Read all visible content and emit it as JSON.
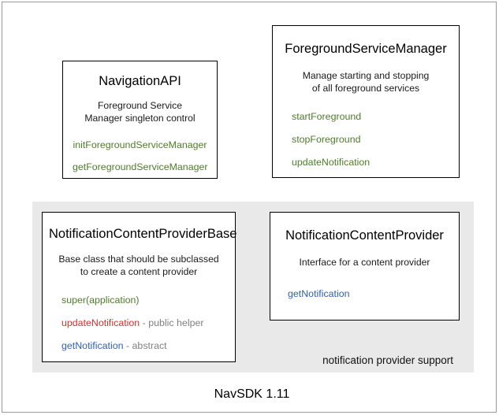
{
  "diagram": {
    "caption": "NavSDK 1.11",
    "group_panel": {
      "label": "notification provider support"
    },
    "colors": {
      "green": "#4f7c2a",
      "red": "#cc3333",
      "blue": "#2f5fb3",
      "note_gray": "#808080",
      "panel_bg": "#e9e9e9",
      "box_border": "#000000",
      "frame_border": "#9a9a9a"
    },
    "boxes": [
      {
        "id": "navigationapi",
        "title": "NavigationAPI",
        "description": "Foreground Service\nManager singleton control",
        "description_lines": [
          "Foreground Service",
          "Manager singleton control"
        ],
        "members": [
          {
            "name": "initForegroundServiceManager",
            "note": "",
            "color": "green"
          },
          {
            "name": "getForegroundServiceManager",
            "note": "",
            "color": "green"
          }
        ]
      },
      {
        "id": "foregroundservicemanager",
        "title": "ForegroundServiceManager",
        "description": "Manage starting and stopping\nof all foreground services",
        "description_lines": [
          "Manage starting and stopping",
          "of all foreground services"
        ],
        "members": [
          {
            "name": "startForeground",
            "note": "",
            "color": "green"
          },
          {
            "name": "stopForeground",
            "note": "",
            "color": "green"
          },
          {
            "name": "updateNotification",
            "note": "",
            "color": "green"
          }
        ]
      },
      {
        "id": "notificationcontentproviderbase",
        "title": "NotificationContentProviderBase",
        "description": "Base class that should be subclassed\nto create a content provider",
        "description_lines": [
          "Base class that should be subclassed",
          "to create a content provider"
        ],
        "members": [
          {
            "name": "super(application)",
            "note": "",
            "color": "green"
          },
          {
            "name": "updateNotification",
            "note": " - public helper",
            "color": "red"
          },
          {
            "name": "getNotification",
            "note": " - abstract",
            "color": "blue"
          }
        ]
      },
      {
        "id": "notificationcontentprovider",
        "title": "NotificationContentProvider",
        "description": "Interface for a content provider",
        "description_lines": [
          "Interface for a content provider"
        ],
        "members": [
          {
            "name": "getNotification",
            "note": "",
            "color": "blue"
          }
        ]
      }
    ]
  }
}
